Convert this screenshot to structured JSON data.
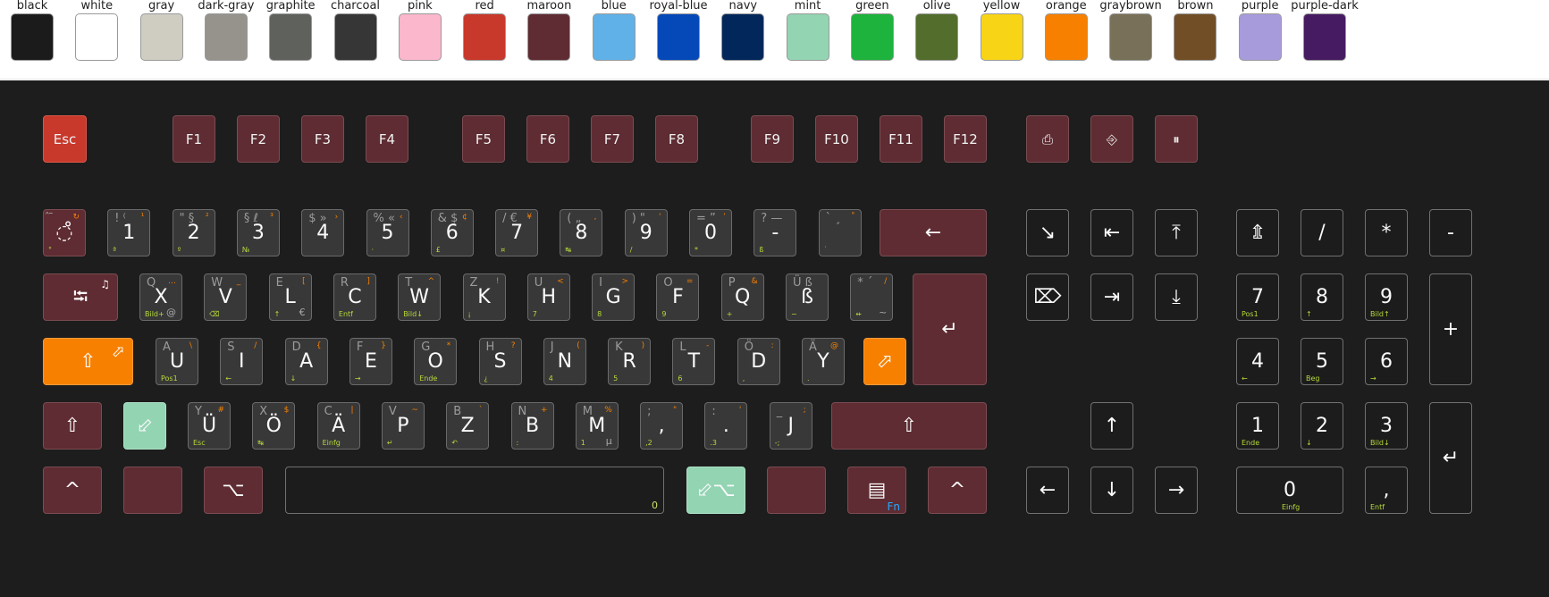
{
  "palette": [
    {
      "name": "black",
      "hex": "#1b1b1b"
    },
    {
      "name": "white",
      "hex": "#ffffff"
    },
    {
      "name": "gray",
      "hex": "#cfccc2"
    },
    {
      "name": "dark-gray",
      "hex": "#96938c"
    },
    {
      "name": "graphite",
      "hex": "#5f625c"
    },
    {
      "name": "charcoal",
      "hex": "#363636"
    },
    {
      "name": "pink",
      "hex": "#fbb7cc"
    },
    {
      "name": "red",
      "hex": "#c8382b"
    },
    {
      "name": "maroon",
      "hex": "#5e2c32"
    },
    {
      "name": "blue",
      "hex": "#60b1e7"
    },
    {
      "name": "royal-blue",
      "hex": "#0549b9"
    },
    {
      "name": "navy",
      "hex": "#02275b"
    },
    {
      "name": "mint",
      "hex": "#93d4b3"
    },
    {
      "name": "green",
      "hex": "#1db33d"
    },
    {
      "name": "olive",
      "hex": "#536d2c"
    },
    {
      "name": "yellow",
      "hex": "#f8d417"
    },
    {
      "name": "orange",
      "hex": "#f78000"
    },
    {
      "name": "graybrown",
      "hex": "#787058"
    },
    {
      "name": "brown",
      "hex": "#714e26"
    },
    {
      "name": "purple",
      "hex": "#a89bdc"
    },
    {
      "name": "purple-dark",
      "hex": "#461b62"
    }
  ],
  "keys": {
    "esc": {
      "label": "Esc"
    },
    "fn": [
      "F1",
      "F2",
      "F3",
      "F4",
      "F5",
      "F6",
      "F7",
      "F8",
      "F9",
      "F10",
      "F11",
      "F12"
    ],
    "print": {
      "icon": "⎙"
    },
    "scroll": {
      "icon": "🔒"
    },
    "pause": {
      "icon": "⏸"
    },
    "num_row": [
      {
        "main": "",
        "up": "̂ ̄",
        "r": "↻",
        "s": "°"
      },
      {
        "main": "1",
        "up": "! ⁽",
        "r": "¹",
        "s": "ª"
      },
      {
        "main": "2",
        "up": "\" §",
        "r": "²",
        "s": "º"
      },
      {
        "main": "3",
        "up": "§ ℓ",
        "r": "³",
        "s": "№"
      },
      {
        "main": "4",
        "up": "$ »",
        "r": "›",
        "s": ""
      },
      {
        "main": "5",
        "up": "% «",
        "r": "‹",
        "s": "·"
      },
      {
        "main": "6",
        "up": "& $",
        "r": "¢",
        "s": "£"
      },
      {
        "main": "7",
        "up": "/ €",
        "r": "¥",
        "s": "¤"
      },
      {
        "main": "8",
        "up": "( „",
        "r": "‚",
        "s": "↹"
      },
      {
        "main": "9",
        "up": ") \"",
        "r": "‘",
        "s": "/"
      },
      {
        "main": "0",
        "up": "= ”",
        "r": "’",
        "s": "*"
      },
      {
        "main": "-",
        "up": "? —",
        "r": "",
        "s": "ß"
      },
      {
        "main": "",
        "up": "` ¸",
        "r": "˚",
        "s": "˙"
      }
    ],
    "backspace": "←",
    "tab": "⭾",
    "row_q": [
      {
        "main": "X",
        "up": "Q",
        "r": "…",
        "s": "Bild+",
        "lr": "@"
      },
      {
        "main": "V",
        "up": "W",
        "r": "_",
        "s": "⌫"
      },
      {
        "main": "L",
        "up": "E",
        "r": "[",
        "s": "↑",
        "lr": "€"
      },
      {
        "main": "C",
        "up": "R",
        "r": "]",
        "s": "Entf"
      },
      {
        "main": "W",
        "up": "T",
        "r": "^",
        "s": "Bild↓"
      },
      {
        "main": "K",
        "up": "Z",
        "r": "!",
        "s": "¡"
      },
      {
        "main": "H",
        "up": "U",
        "r": "<",
        "s": "7"
      },
      {
        "main": "G",
        "up": "I",
        "r": ">",
        "s": "8"
      },
      {
        "main": "F",
        "up": "O",
        "r": "=",
        "s": "9"
      },
      {
        "main": "Q",
        "up": "P",
        "r": "&",
        "s": "+"
      },
      {
        "main": "ß",
        "up": "Ü ß",
        "r": "",
        "s": "−"
      },
      {
        "main": "",
        "up": "* ´",
        "r": "/",
        "s": "⇷",
        "lr": "~"
      }
    ],
    "enter": "↵",
    "row_a": [
      {
        "main": "U",
        "up": "A",
        "r": "\\",
        "s": "Pos1"
      },
      {
        "main": "I",
        "up": "S",
        "r": "/",
        "s": "←"
      },
      {
        "main": "A",
        "up": "D",
        "r": "{",
        "s": "↓"
      },
      {
        "main": "E",
        "up": "F",
        "r": "}",
        "s": "→"
      },
      {
        "main": "O",
        "up": "G",
        "r": "*",
        "s": "Ende"
      },
      {
        "main": "S",
        "up": "H",
        "r": "?",
        "s": "¿"
      },
      {
        "main": "N",
        "up": "J",
        "r": "(",
        "s": "4"
      },
      {
        "main": "R",
        "up": "K",
        "r": ")",
        "s": "5"
      },
      {
        "main": "T",
        "up": "L",
        "r": "-",
        "s": "6"
      },
      {
        "main": "D",
        "up": "Ö",
        "r": ":",
        "s": ","
      },
      {
        "main": "Y",
        "up": "Ä",
        "r": "@",
        "s": "."
      }
    ],
    "row_z": [
      {
        "main": "Ü",
        "up": "Y",
        "r": "#",
        "s": "Esc"
      },
      {
        "main": "Ö",
        "up": "X",
        "r": "$",
        "s": "↹"
      },
      {
        "main": "Ä",
        "up": "C",
        "r": "|",
        "s": "Einfg"
      },
      {
        "main": "P",
        "up": "V",
        "r": "~",
        "s": "↵"
      },
      {
        "main": "Z",
        "up": "B",
        "r": "`",
        "s": "↶"
      },
      {
        "main": "B",
        "up": "N",
        "r": "+",
        "s": ":"
      },
      {
        "main": "M",
        "up": "M",
        "r": "%",
        "s": "1",
        "lr": "μ"
      },
      {
        "main": ",",
        "up": ";",
        "r": "\"",
        "s": ",2"
      },
      {
        "main": ".",
        "up": ":",
        "r": "'",
        "s": ".3"
      },
      {
        "main": "J",
        "up": "_",
        "r": ";",
        "s": "-;"
      }
    ],
    "space_sub": "0",
    "nav_top": [
      "↘",
      "⇤",
      "⤒"
    ],
    "nav_mid": [
      "⌦",
      "⇥",
      "⤓"
    ],
    "arrows": {
      "up": "↑",
      "left": "←",
      "down": "↓",
      "right": "→"
    },
    "numpad": {
      "top": [
        "",
        "/",
        "*",
        "-"
      ],
      "r1": [
        "7",
        "8",
        "9"
      ],
      "r1s": [
        "Pos1",
        "↑",
        "Bild↑"
      ],
      "r2": [
        "4",
        "5",
        "6"
      ],
      "r2s": [
        "←",
        "Beg",
        "→"
      ],
      "r3": [
        "1",
        "2",
        "3"
      ],
      "r3s": [
        "Ende",
        "↓",
        "Bild↓"
      ],
      "zero": "0",
      "zero_s": "Einfg",
      "comma": ",",
      "comma_s": "Entf",
      "plus": "+",
      "enter": "↵"
    },
    "shift": "⇧",
    "mod3": "⬃",
    "ctrl": "^",
    "alt": "⌥",
    "fnlabel": "Fn"
  }
}
